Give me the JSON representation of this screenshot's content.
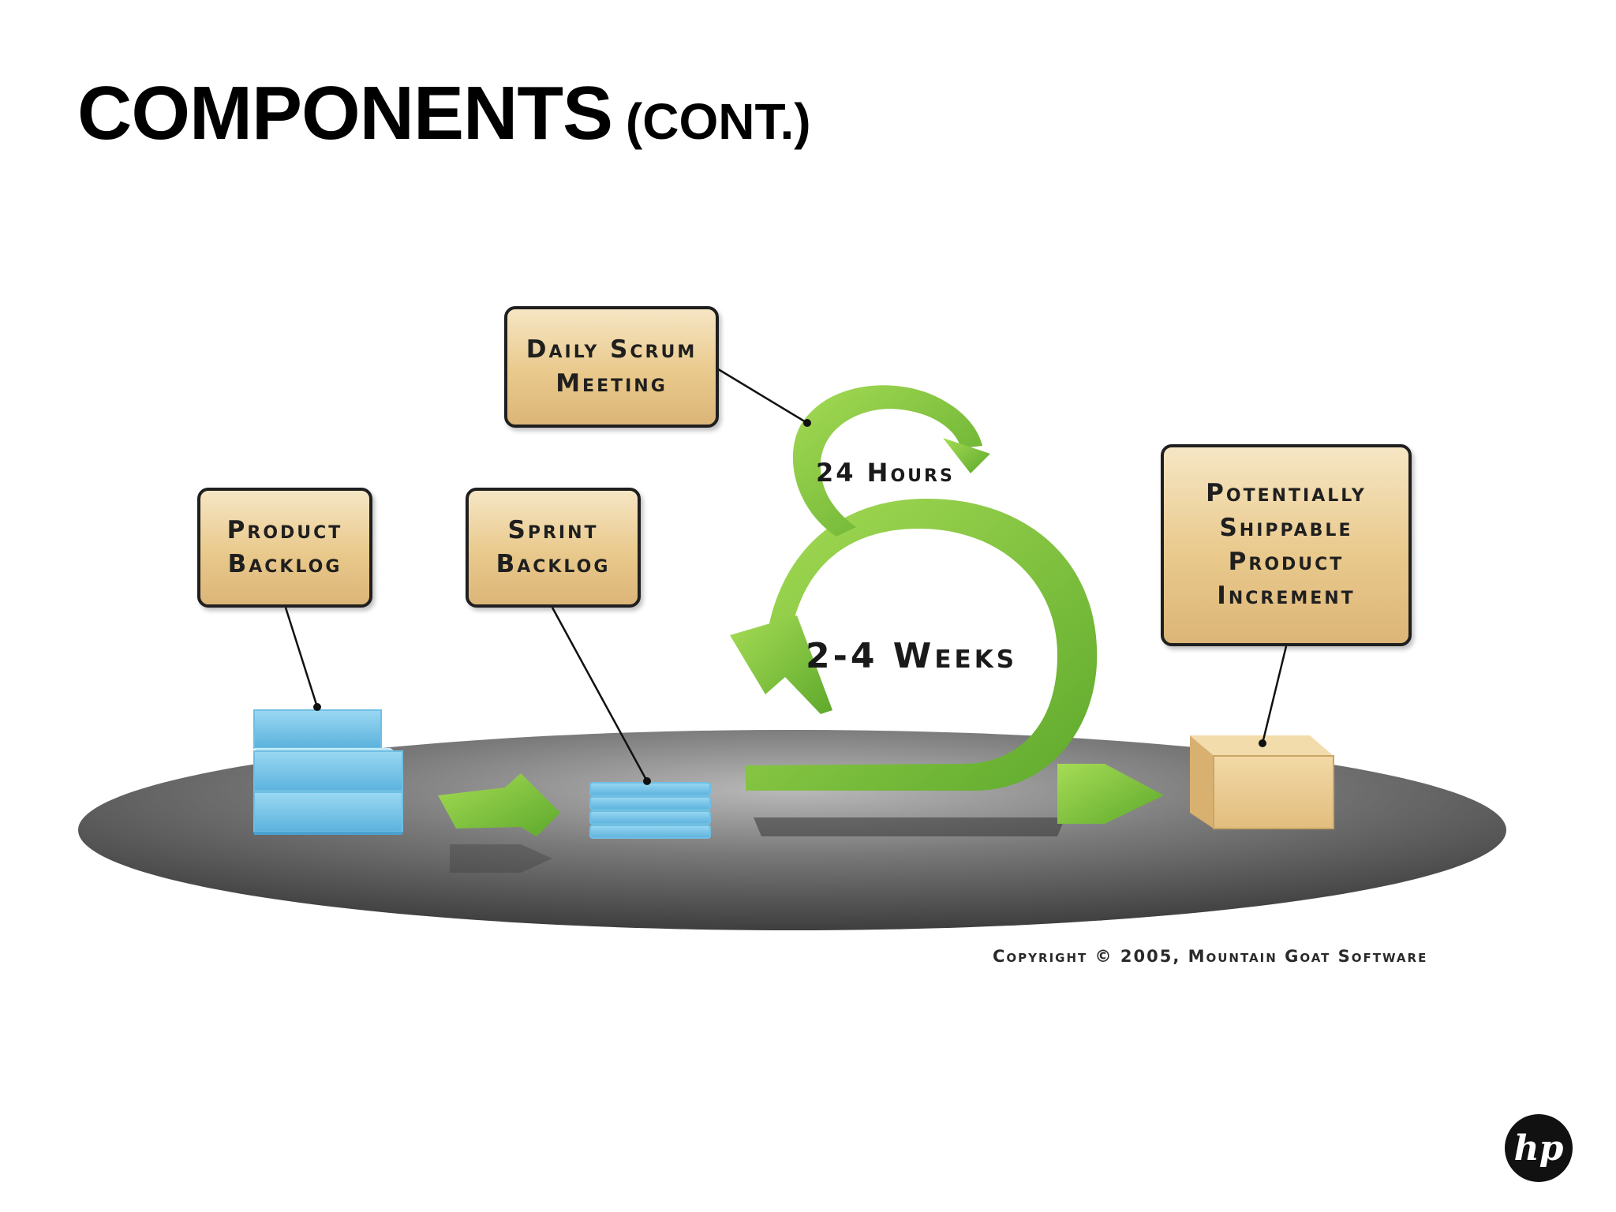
{
  "title": {
    "main": "COMPONENTS",
    "suffix": "(CONT.)"
  },
  "diagram": {
    "boxes": {
      "daily_scrum": "Daily Scrum\nMeeting",
      "product_backlog": "Product\nBacklog",
      "sprint_backlog": "Sprint\nBacklog",
      "increment": "Potentially\nShippable\nProduct\nIncrement"
    },
    "cycle_labels": {
      "daily": "24 Hours",
      "sprint": "2-4 Weeks"
    },
    "copyright": "Copyright © 2005, Mountain Goat Software"
  },
  "logo": {
    "icon": "hp-logo-icon",
    "text": "hp"
  },
  "colors": {
    "arrow_green": "#7cc23a",
    "box_fill": "#e9c98c",
    "backlog_blue": "#8fd0ee",
    "platform": "#5a5a5a"
  }
}
